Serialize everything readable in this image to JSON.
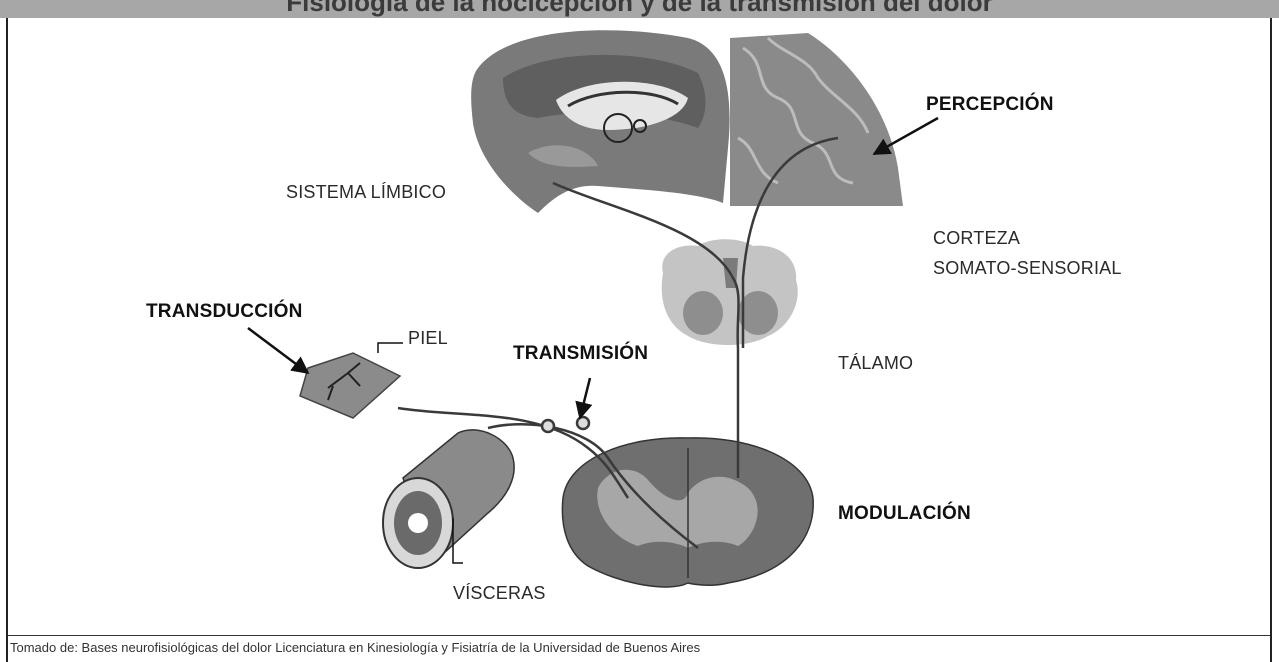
{
  "header": {
    "title": "Fisiología de la nocicepción y de la transmisión del dolor"
  },
  "diagram": {
    "labels": {
      "percepcion": "PERCEPCIÓN",
      "sistema_limbico": "SISTEMA LÍMBICO",
      "corteza_line1": "CORTEZA",
      "corteza_line2": "SOMATO-SENSORIAL",
      "transduccion": "TRANSDUCCIÓN",
      "piel": "PIEL",
      "transmision": "TRANSMISIÓN",
      "talamo": "TÁLAMO",
      "modulacion": "MODULACIÓN",
      "visceras": "VÍSCERAS"
    },
    "colors": {
      "tissue_dark": "#6e6e6e",
      "tissue_mid": "#8c8c8c",
      "tissue_light": "#bdbdbd",
      "nerve": "#3a3a3a"
    }
  },
  "footer": {
    "caption": "Tomado de: Bases neurofisiológicas del dolor Licenciatura en Kinesiología y Fisiatría de la Universidad de Buenos Aires"
  }
}
